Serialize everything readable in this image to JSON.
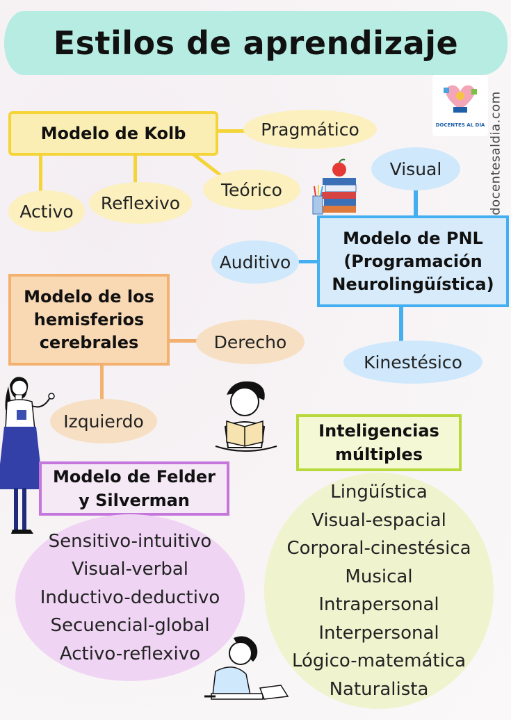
{
  "title": "Estilos de aprendizaje",
  "watermark": "docentesaldia.com",
  "logo_text": "DOCENTES AL DÍA",
  "kolb": {
    "title": "Modelo de Kolb",
    "items": [
      "Pragmático",
      "Teórico",
      "Reflexivo",
      "Activo"
    ]
  },
  "pnl": {
    "title_lines": [
      "Modelo de PNL",
      "(Programación",
      "Neurolingüística)"
    ],
    "items": [
      "Visual",
      "Auditivo",
      "Kinestésico"
    ]
  },
  "hemisferios": {
    "title_lines": [
      "Modelo de los",
      "hemisferios",
      "cerebrales"
    ],
    "items": [
      "Derecho",
      "Izquierdo"
    ]
  },
  "felder": {
    "title_lines": [
      "Modelo de Felder",
      "y Silverman"
    ],
    "items": [
      "Sensitivo-intuitivo",
      "Visual-verbal",
      "Inductivo-deductivo",
      "Secuencial-global",
      "Activo-reflexivo"
    ]
  },
  "inteligencias": {
    "title_lines": [
      "Inteligencias",
      "múltiples"
    ],
    "items": [
      "Lingüística",
      "Visual-espacial",
      "Corporal-cinestésica",
      "Musical",
      "Intrapersonal",
      "Interpersonal",
      "Lógico-matemática",
      "Naturalista"
    ]
  },
  "colors": {
    "kolb_border": "#f4d437",
    "pnl_border": "#43aef0",
    "hemisferios_border": "#f3b16f",
    "felder_border": "#c476dc",
    "inteligencias_border": "#b8d93b",
    "title_banner": "#b6ece2"
  },
  "icons": [
    "books-apple-icon",
    "teacher-figure-icon",
    "reading-child-icon",
    "drawing-child-icon",
    "docentes-logo-icon"
  ]
}
